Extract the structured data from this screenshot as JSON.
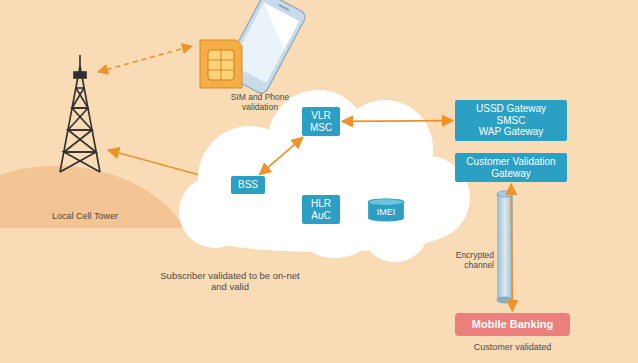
{
  "diagram": {
    "nodes": [
      {
        "text": [
          "USSD Gateway",
          "SMSC",
          "WAP Gateway"
        ]
      },
      {
        "text": [
          "VLR MSC"
        ]
      },
      {
        "text": [
          "BSS"
        ]
      },
      {
        "text": [
          "Customer Validation Gateway"
        ]
      },
      {
        "text": [
          "HLR AuC"
        ]
      },
      {
        "text": [
          "IMEI"
        ]
      },
      {
        "text": [
          "Mobile Banking"
        ]
      }
    ],
    "edges": [
      {
        "from": 1,
        "to": 0,
        "arrow": "both"
      },
      {
        "from": 2,
        "to": 1,
        "arrow": "both"
      },
      {
        "from": 3,
        "to": 6,
        "arrow": "both"
      }
    ],
    "labels": [
      "SIM and Phone validation",
      "Local Cell Tower",
      "Subscriber validated to be on-net and valid",
      "Encrypted channel",
      "Customer validated"
    ]
  }
}
